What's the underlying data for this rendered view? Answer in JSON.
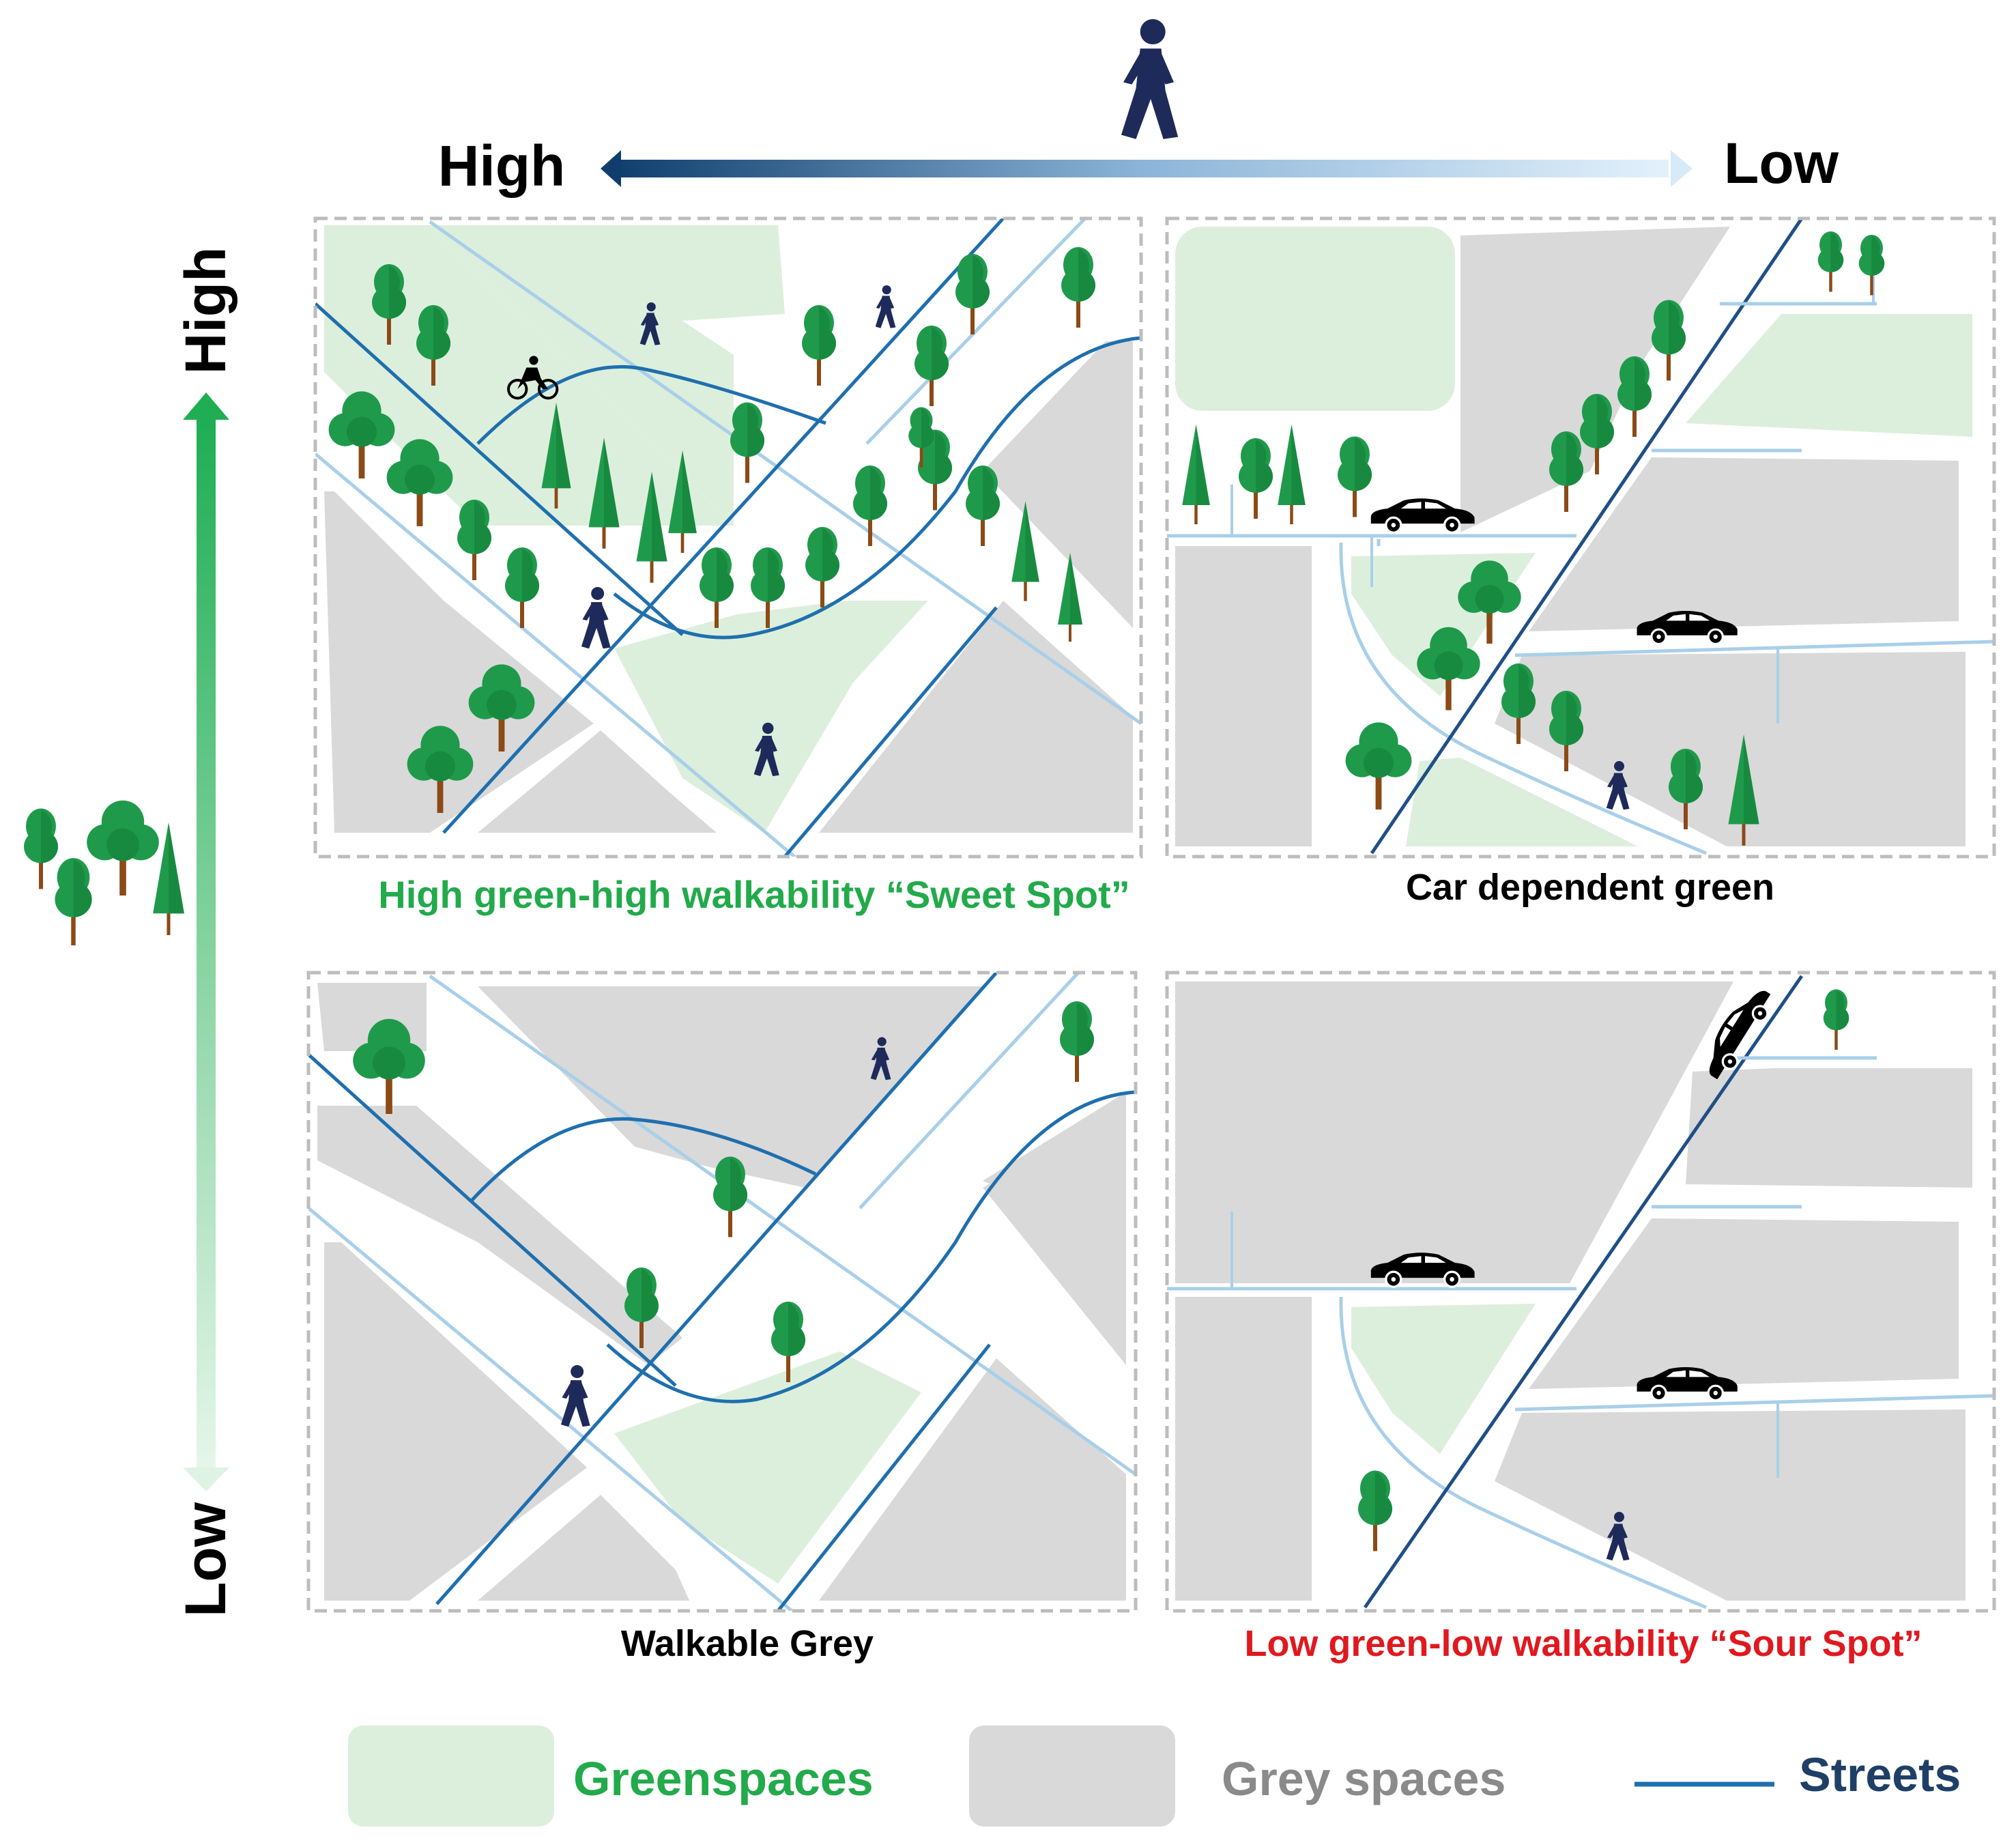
{
  "axes": {
    "walkability_high": "High",
    "walkability_low": "Low",
    "green_high": "High",
    "green_low": "Low"
  },
  "quadrants": {
    "top_left": "High green-high walkability “Sweet Spot”",
    "top_right": "Car dependent green",
    "bottom_left": "Walkable Grey",
    "bottom_right": "Low green-low walkability “Sour Spot”"
  },
  "legend": {
    "green": "Greenspaces",
    "grey": "Grey spaces",
    "streets": "Streets"
  },
  "colors": {
    "green_area": "#dcefdc",
    "grey_area": "#d9d9d9",
    "street_dark": "#1f6fae",
    "street_light": "#a9cfe9",
    "tree": "#1f9a4b",
    "trunk": "#8b4a16",
    "sweet_label": "#22aa4b",
    "sour_label": "#e0191f",
    "navy": "#1f3f66",
    "person": "#1e2a5a"
  },
  "icons": [
    "pedestrian-icon",
    "tree-icon",
    "cyclist-icon",
    "car-icon",
    "dog-walker-icon"
  ]
}
